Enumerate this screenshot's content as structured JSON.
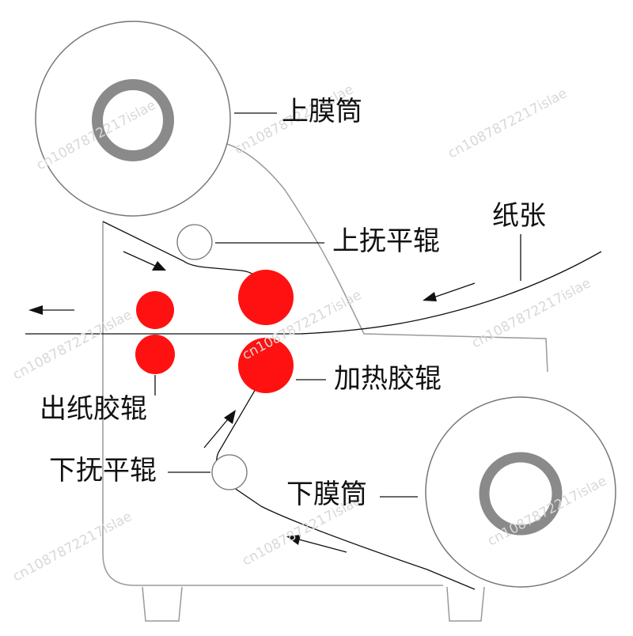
{
  "labels": {
    "upper_film_roll": "上膜筒",
    "upper_flat_roller": "上抚平辊",
    "paper": "纸张",
    "heated_rubber_roller": "加热胶辊",
    "outfeed_rubber_roller": "出纸胶辊",
    "lower_flat_roller": "下抚平辊",
    "lower_film_roll": "下膜筒"
  },
  "watermark": "cn1087872217islae",
  "colors": {
    "roller_red": "#ff1111",
    "roll_core": "#8a8a8a",
    "outline": "#777777",
    "line": "#111111"
  }
}
